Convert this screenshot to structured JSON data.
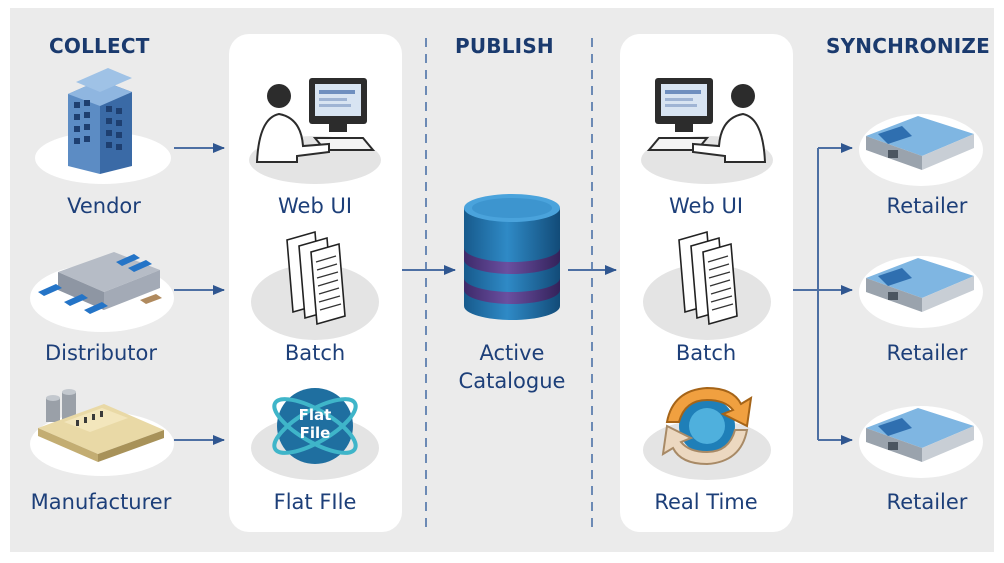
{
  "sections": {
    "collect": "COLLECT",
    "publish": "PUBLISH",
    "synchronize": "SYNCHRONIZE"
  },
  "collect_sources": [
    {
      "label": "Vendor",
      "icon": "office-building-icon"
    },
    {
      "label": "Distributor",
      "icon": "warehouse-trucks-icon"
    },
    {
      "label": "Manufacturer",
      "icon": "factory-icon"
    }
  ],
  "inbound_channels": [
    {
      "label": "Web UI",
      "icon": "person-at-computer-icon"
    },
    {
      "label": "Batch",
      "icon": "document-stack-icon"
    },
    {
      "label": "Flat FIle",
      "icon": "flat-file-globe-icon",
      "badge": "Flat File"
    }
  ],
  "catalogue": {
    "label_line1": "Active",
    "label_line2": "Catalogue",
    "icon": "database-icon"
  },
  "outbound_channels": [
    {
      "label": "Web UI",
      "icon": "person-at-computer-icon"
    },
    {
      "label": "Batch",
      "icon": "document-stack-icon"
    },
    {
      "label": "Real Time",
      "icon": "sync-arrows-icon"
    }
  ],
  "retailers": [
    {
      "label": "Retailer",
      "icon": "store-building-icon"
    },
    {
      "label": "Retailer",
      "icon": "store-building-icon"
    },
    {
      "label": "Retailer",
      "icon": "store-building-icon"
    }
  ],
  "colors": {
    "background": "#ebebeb",
    "panel": "#ffffff",
    "title_text": "#1a3a6e",
    "label_text": "#1d3f79",
    "connector": "#4d6fa3",
    "divider": "#6c8ab5",
    "database_blue": "#1f6fa8",
    "database_purple": "#5b3f8a"
  }
}
